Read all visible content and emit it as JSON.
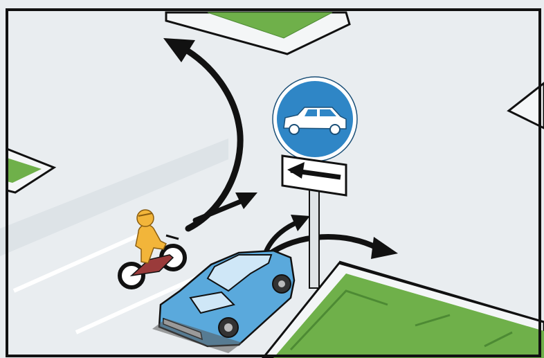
{
  "illustration": {
    "colors": {
      "road": "#e9edf0",
      "road_shadow": "#d4dbe0",
      "grass": "#6fb04a",
      "grass_dark": "#4d8a34",
      "curb": "#f4f6f7",
      "outline": "#111111",
      "arrow": "#111111",
      "sign_blue": "#2f86c6",
      "sign_border": "#ffffff",
      "car_blue": "#5aa9dc",
      "car_dark": "#2c6e9e",
      "rider": "#f2b53a",
      "motorcycle": "#9a3b3b",
      "pole": "#dfe3e6",
      "frame": "#111111"
    },
    "sign": {
      "type": "mandatory-passenger-cars-lane",
      "icon": "car-icon",
      "plate": "left-arrow-plate"
    },
    "arrows": [
      "turn-left-arrow",
      "straight-arrow",
      "turn-right-arrow",
      "car-left-turn-arrow"
    ],
    "vehicles": [
      "blue-car",
      "motorcycle-with-rider"
    ]
  }
}
